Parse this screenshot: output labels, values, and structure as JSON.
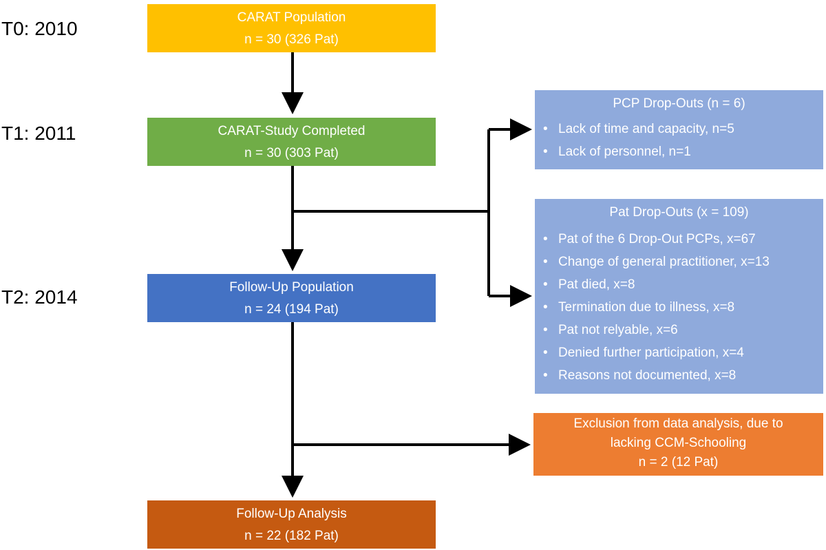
{
  "time_labels": [
    "T0: 2010",
    "T1: 2011",
    "T2: 2014"
  ],
  "main_boxes": [
    {
      "title": "CARAT Population",
      "count": "n = 30 (326 Pat)",
      "color": "#FFC000"
    },
    {
      "title": "CARAT-Study Completed",
      "count": "n = 30 (303 Pat)",
      "color": "#70AD47"
    },
    {
      "title": "Follow-Up Population",
      "count": "n = 24 (194 Pat)",
      "color": "#4472C4"
    },
    {
      "title": "Follow-Up Analysis",
      "count": "n = 22 (182 Pat)",
      "color": "#C55A11"
    }
  ],
  "pcp_dropouts": {
    "title": "PCP Drop-Outs (n = 6)",
    "color": "#8FAADC",
    "items": [
      "Lack of time and capacity, n=5",
      "Lack of personnel, n=1"
    ]
  },
  "pat_dropouts": {
    "title": "Pat Drop-Outs (x = 109)",
    "color": "#8FAADC",
    "items": [
      "Pat of the 6 Drop-Out PCPs, x=67",
      "Change of general practitioner,  x=13",
      "Pat died, x=8",
      "Termination due to illness, x=8",
      "Pat not relyable, x=6",
      "Denied further participation, x=4",
      "Reasons not documented, x=8"
    ]
  },
  "exclusion": {
    "title_line1": "Exclusion from data analysis, due to",
    "title_line2": "lacking CCM-Schooling",
    "count": "n = 2 (12 Pat)",
    "color": "#ED7D31"
  },
  "bullet_glyph": "•"
}
